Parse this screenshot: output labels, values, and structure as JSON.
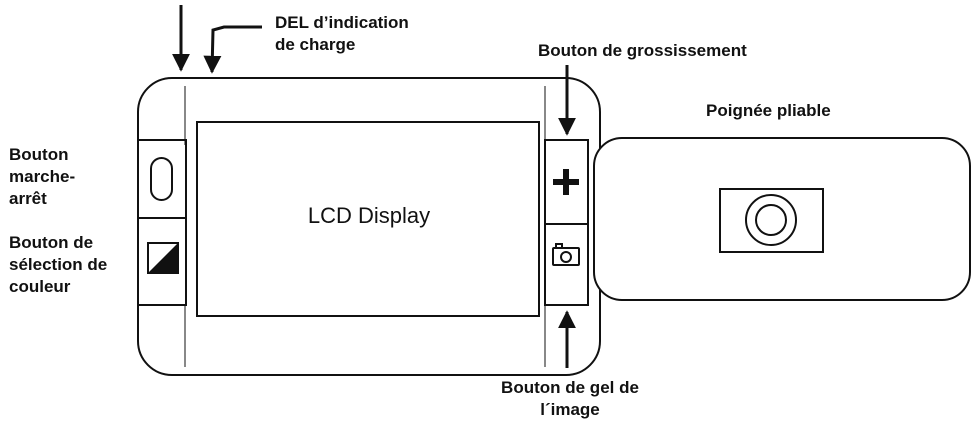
{
  "labels": {
    "charge_led": [
      "DEL d’indication",
      "de charge"
    ],
    "magnification_button": "Bouton de grossissement",
    "foldable_handle": "Poignée pliable",
    "power_button": [
      "Bouton",
      "marche-",
      "arrêt"
    ],
    "color_select_button": [
      "Bouton de",
      "sélection de",
      "couleur"
    ],
    "freeze_button": [
      "Bouton de gel de",
      "l´image"
    ],
    "lcd_display": "LCD Display"
  },
  "colors": {
    "stroke": "#111111",
    "background": "#ffffff"
  },
  "icons": [
    "power-oval-icon",
    "contrast-square-icon",
    "plus-icon",
    "camera-icon",
    "handle-lens-icon"
  ]
}
